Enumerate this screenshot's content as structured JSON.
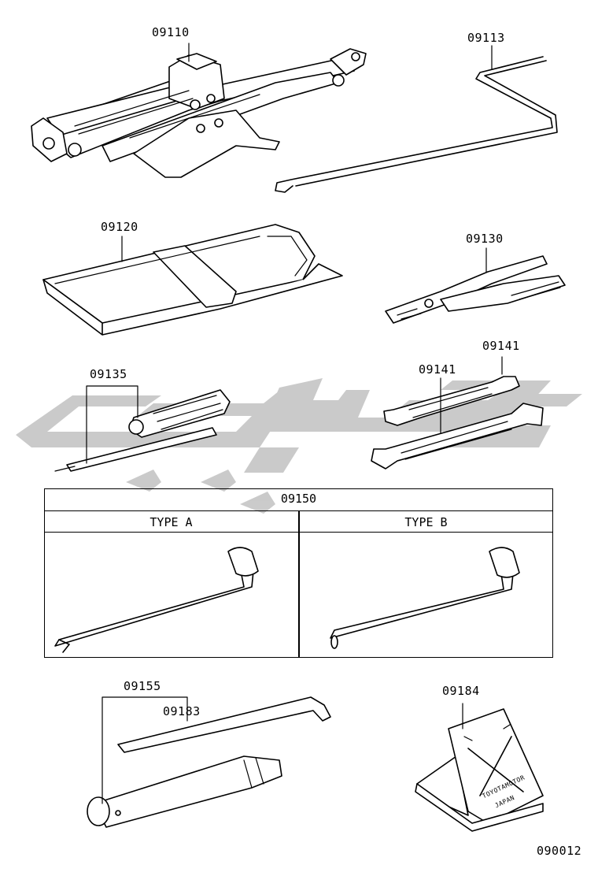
{
  "parts": {
    "jack": "09110",
    "jack_handle": "09113",
    "tool_bag": "09120",
    "pliers": "09130",
    "screwdriver": "09135",
    "wrench_a": "09141",
    "wrench_b": "09141",
    "wheel_nut_wrench": "09150",
    "jack_handle_ext": "09155",
    "tire_lever": "09183",
    "wheel_chock": "09184"
  },
  "table": {
    "title": "09150",
    "type_a": "TYPE  A",
    "type_b": "TYPE  B"
  },
  "chock_text": {
    "line1": "TOYOTAMOTOR",
    "line2": "JAPAN"
  },
  "diagram_code": "090012",
  "colors": {
    "watermark": "#c8c8c8",
    "ink": "#000000"
  }
}
